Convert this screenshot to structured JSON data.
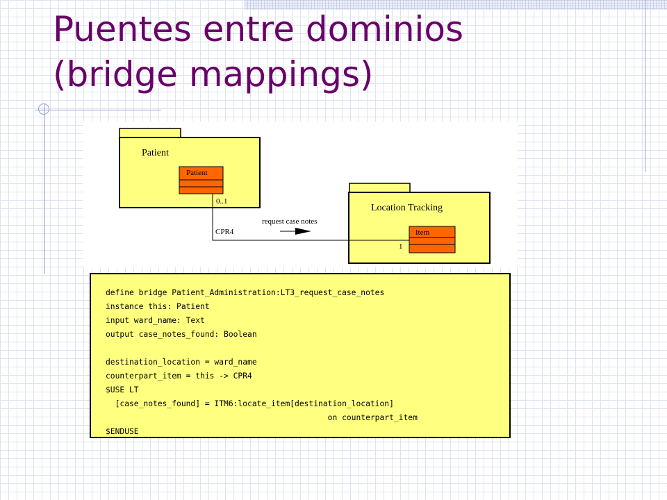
{
  "slide": {
    "title_lines": [
      "Puentes entre dominios",
      "(bridge mappings)"
    ]
  },
  "diagram": {
    "package_patient": {
      "label": "Patient",
      "class_name": "Patient"
    },
    "package_location": {
      "label": "Location Tracking",
      "class_name": "Item"
    },
    "association": {
      "multiplicity_patient": "0..1",
      "multiplicity_item": "1",
      "relationship_label": "CPR4",
      "operation_label": "request case notes"
    },
    "colors": {
      "package_fill": "#ffff80",
      "class_fill": "#ff6600",
      "title": "#6a006a"
    }
  },
  "code": {
    "lines": [
      "define bridge Patient_Administration:LT3_request_case_notes",
      "instance this: Patient",
      "input ward_name: Text",
      "output case_notes_found: Boolean",
      "",
      "destination_location = ward_name",
      "counterpart_item = this -> CPR4",
      "$USE LT",
      "  [case_notes_found] = ITM6:locate_item[destination_location]",
      "                                               on counterpart_item",
      "$ENDUSE"
    ]
  }
}
